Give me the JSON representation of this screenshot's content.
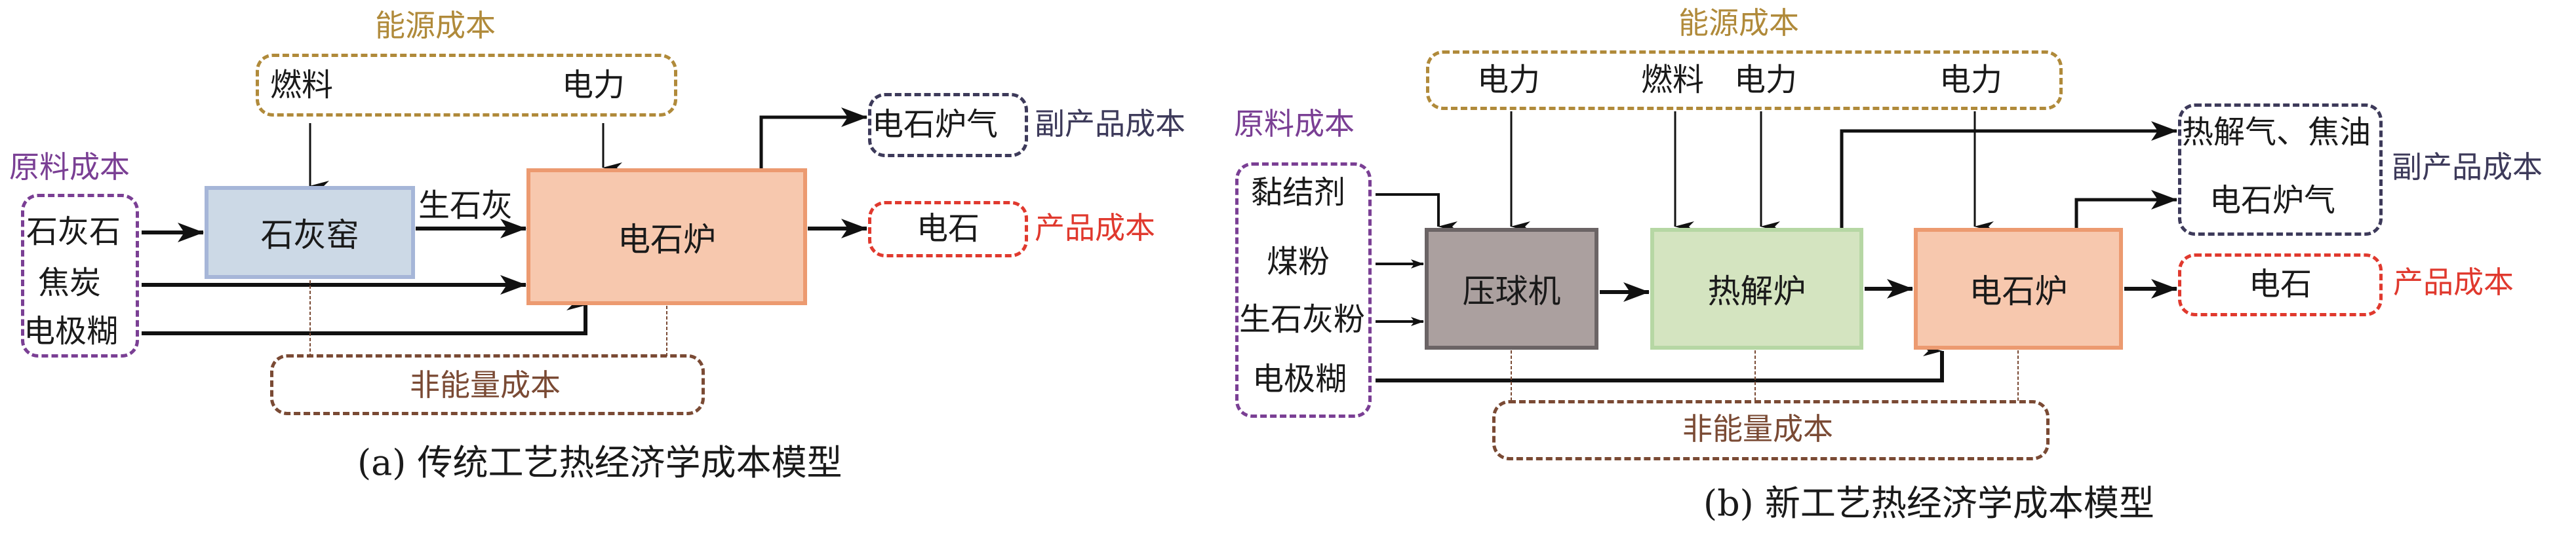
{
  "colors": {
    "energy": "#b08a3a",
    "raw_material": "#7a3f94",
    "non_energy": "#7a4a34",
    "by_product": "#3d3a5a",
    "product": "#e0392e",
    "lime_kiln_fill": "#ccd9e6",
    "lime_kiln_border": "#a6b6d8",
    "carbide_furnace_fill": "#f7c8ae",
    "carbide_furnace_border": "#ec9a70",
    "pellet_press_fill": "#aba09f",
    "pellet_press_border": "#6b6465",
    "pyrolysis_fill": "#d4e4c0",
    "pyrolysis_border": "#b6d7a4",
    "arrow": "#111111"
  },
  "panel_a": {
    "caption": "(a) 传统工艺热经济学成本模型",
    "energy_cost": {
      "label": "能源成本",
      "items": [
        "燃料",
        "电力"
      ]
    },
    "raw_material_cost": {
      "label": "原料成本",
      "items": [
        "石灰石",
        "焦炭",
        "电极糊"
      ]
    },
    "processes": {
      "lime_kiln": "石灰窑",
      "carbide_furnace": "电石炉"
    },
    "flows": {
      "quicklime": "生石灰"
    },
    "by_product_cost": {
      "label": "副产品成本",
      "items": [
        "电石炉气"
      ]
    },
    "product_cost": {
      "label": "产品成本",
      "items": [
        "电石"
      ]
    },
    "non_energy_cost": {
      "label": "非能量成本"
    }
  },
  "panel_b": {
    "caption": "(b) 新工艺热经济学成本模型",
    "energy_cost": {
      "label": "能源成本",
      "items": [
        "电力",
        "燃料",
        "电力",
        "电力"
      ]
    },
    "raw_material_cost": {
      "label": "原料成本",
      "items": [
        "黏结剂",
        "煤粉",
        "生石灰粉",
        "电极糊"
      ]
    },
    "processes": {
      "pellet_press": "压球机",
      "pyrolysis_furnace": "热解炉",
      "carbide_furnace": "电石炉"
    },
    "by_product_cost": {
      "label": "副产品成本",
      "items": [
        "热解气、焦油",
        "电石炉气"
      ]
    },
    "product_cost": {
      "label": "产品成本",
      "items": [
        "电石"
      ]
    },
    "non_energy_cost": {
      "label": "非能量成本"
    }
  }
}
